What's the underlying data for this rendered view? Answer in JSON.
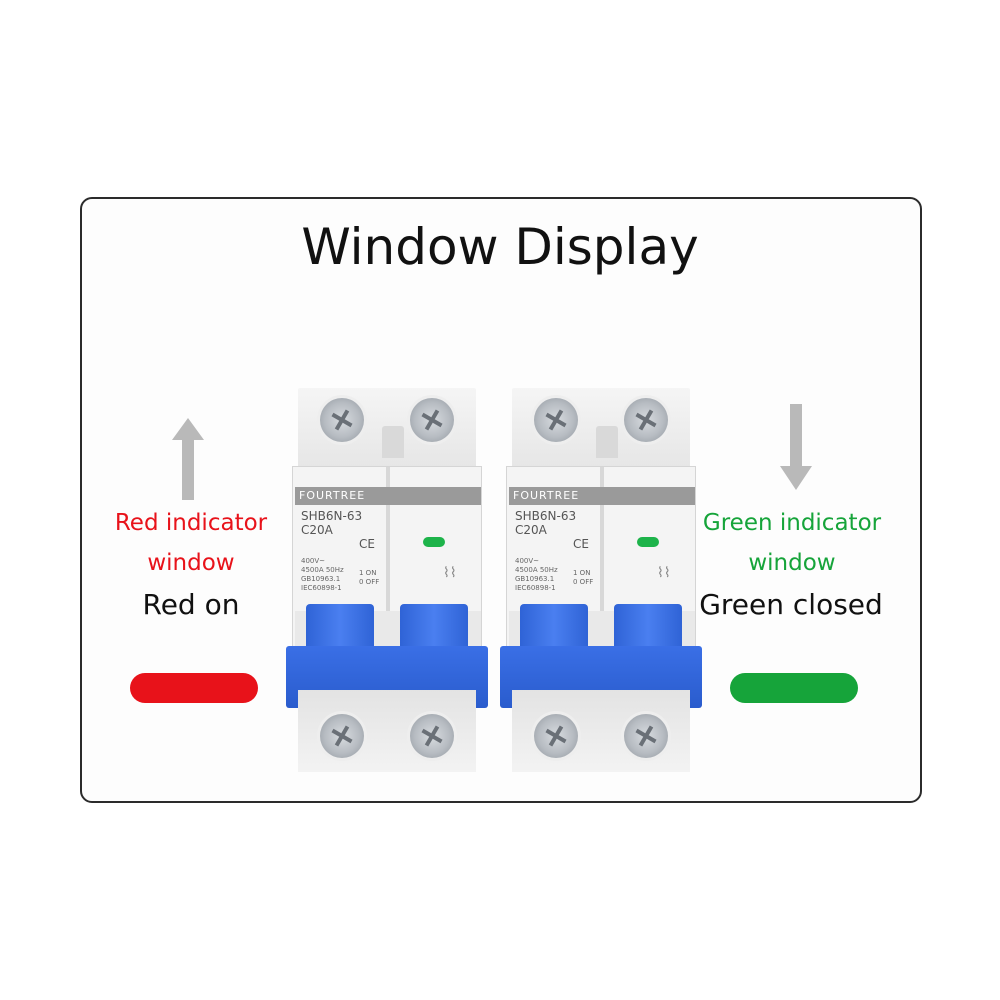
{
  "title": "Window Display",
  "left_panel": {
    "indicator_label_line1": "Red indicator",
    "indicator_label_line2": "window",
    "state": "Red on",
    "arrow_direction": "up",
    "color": "#e8121a"
  },
  "right_panel": {
    "indicator_label_line1": "Green indicator",
    "indicator_label_line2": "window",
    "state": "Green closed",
    "arrow_direction": "down",
    "color": "#16a43a"
  },
  "breaker": {
    "brand": "FOURTREE",
    "model": "SHB6N-63",
    "rating": "C20A",
    "ce_mark": "CE",
    "spec_line1": "400V~",
    "spec_line2": "4500A 50Hz",
    "spec_line3": "GB10963.1",
    "spec_line4": "IEC60898-1",
    "on_label": "1 ON",
    "off_label": "0 OFF",
    "handle_color": "#3a6fe6",
    "window_color": "#1db34a"
  }
}
